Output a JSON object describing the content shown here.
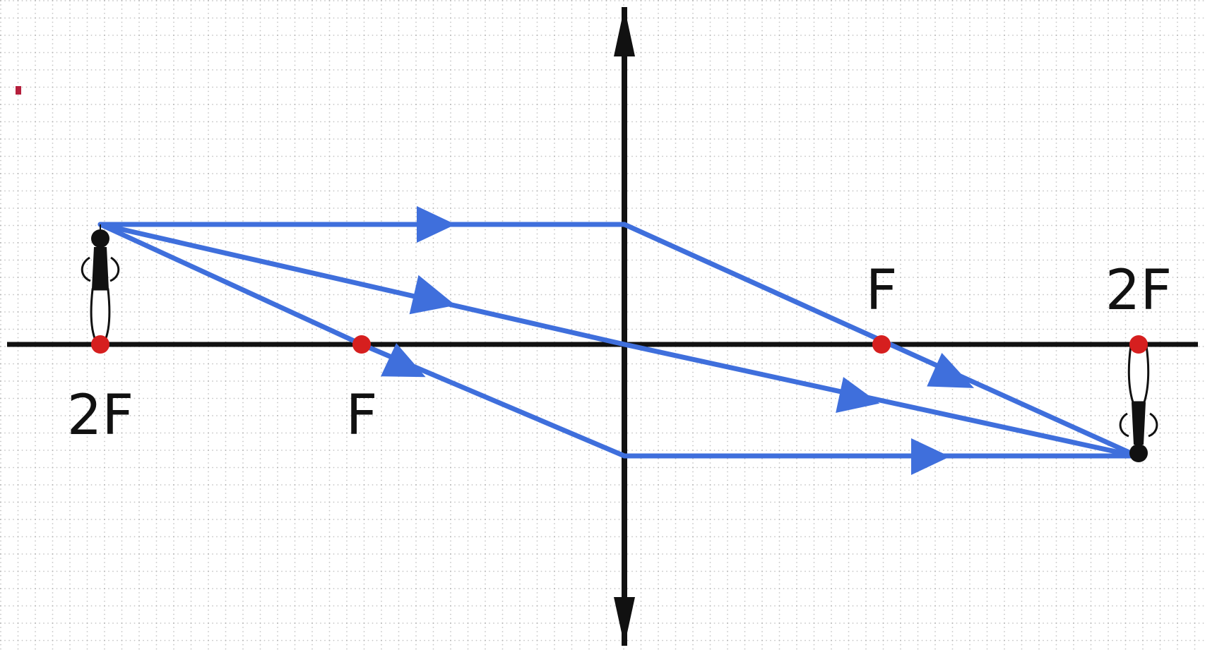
{
  "diagram": {
    "labels": {
      "two_f_left": "2F",
      "f_left": "F",
      "f_right": "F",
      "two_f_right": "2F"
    },
    "colors": {
      "background": "#ffffff",
      "grid": "#b9b9b9",
      "axis": "#111111",
      "ray": "#3f6fdc",
      "focal_point": "#d61f1f"
    },
    "icons": {
      "object": "upright-person-icon",
      "image": "inverted-person-icon"
    }
  }
}
